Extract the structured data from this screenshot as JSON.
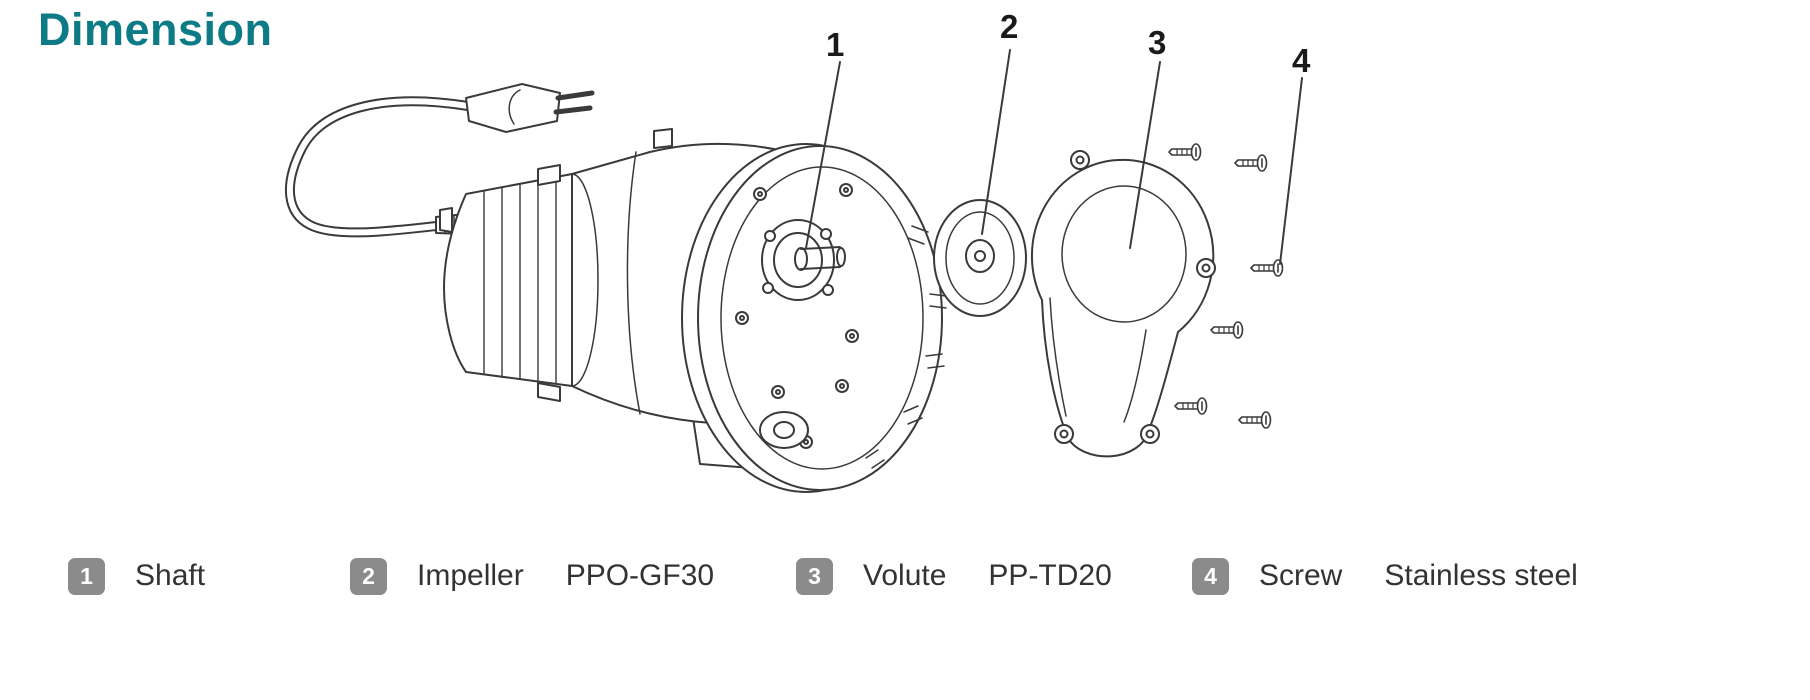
{
  "page": {
    "title": "Dimension"
  },
  "colors": {
    "title_accent": "#0c7b86",
    "badge_gray": "#8b8b8b",
    "line_art": "#3a3a3a"
  },
  "diagram": {
    "callouts": [
      {
        "number": "1"
      },
      {
        "number": "2"
      },
      {
        "number": "3"
      },
      {
        "number": "4"
      }
    ]
  },
  "legend": {
    "items": [
      {
        "number": "1",
        "name": "Shaft",
        "material": ""
      },
      {
        "number": "2",
        "name": "Impeller",
        "material": "PPO-GF30"
      },
      {
        "number": "3",
        "name": "Volute",
        "material": "PP-TD20"
      },
      {
        "number": "4",
        "name": "Screw",
        "material": "Stainless steel"
      }
    ]
  }
}
